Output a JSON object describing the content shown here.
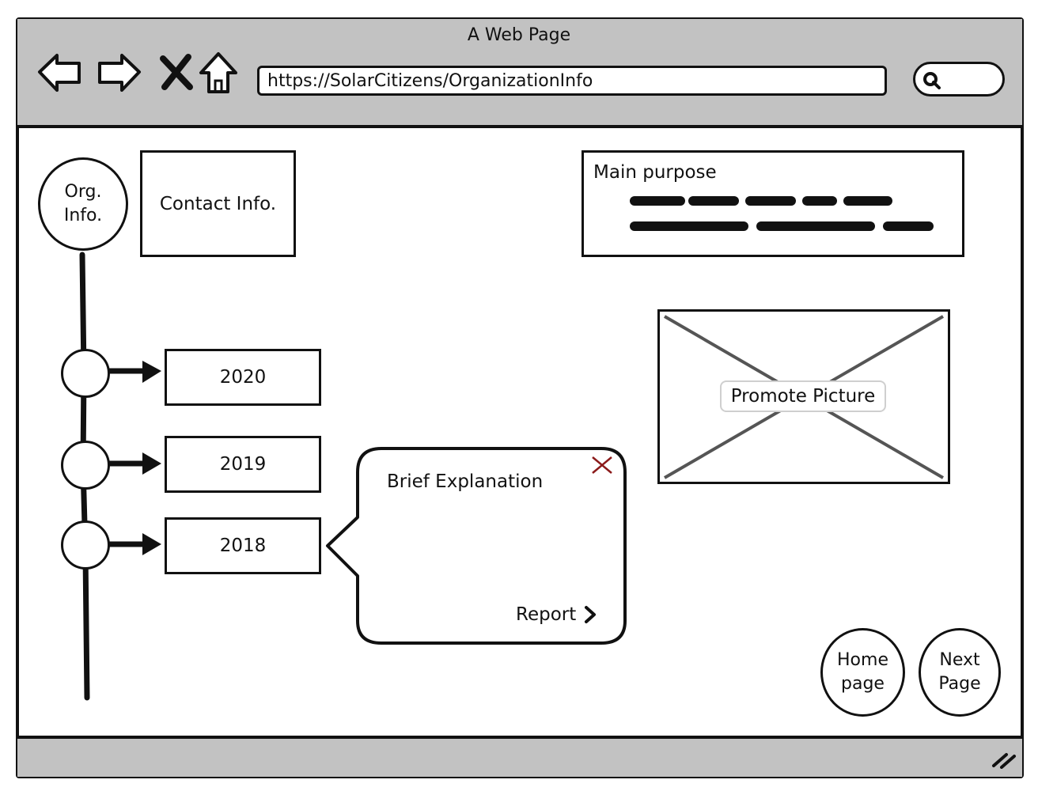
{
  "browser": {
    "title": "A Web Page",
    "url": "https://SolarCitizens/OrganizationInfo",
    "nav_icons": [
      "back-arrow-icon",
      "forward-arrow-icon",
      "close-x-icon",
      "home-icon",
      "search-icon"
    ]
  },
  "org_info": {
    "label_line1": "Org.",
    "label_line2": "Info."
  },
  "contact": {
    "label": "Contact Info."
  },
  "purpose": {
    "title": "Main purpose"
  },
  "timeline": {
    "years": [
      "2020",
      "2019",
      "2018"
    ]
  },
  "popup": {
    "title": "Brief Explanation",
    "link_label": "Report",
    "close_icon": "close-icon"
  },
  "image": {
    "label": "Promote Picture"
  },
  "nav_buttons": {
    "home_line1": "Home",
    "home_line2": "page",
    "next_line1": "Next",
    "next_line2": "Page"
  },
  "colors": {
    "chrome": "#c2c2c2",
    "ink": "#111111",
    "close_accent": "#8b1a1a",
    "placeholder_x": "#555555"
  }
}
